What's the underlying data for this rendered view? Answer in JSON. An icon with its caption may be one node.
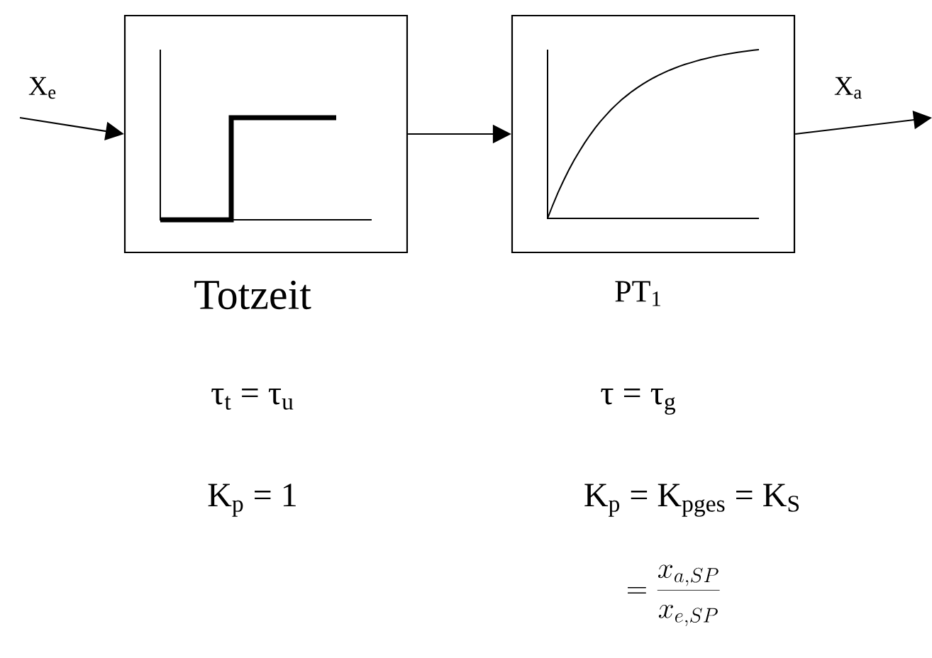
{
  "diagram": {
    "nodes": [
      {
        "text": [
          "Totzeit"
        ]
      },
      {
        "text": [
          "PT$_{1}$"
        ]
      }
    ],
    "edges": [
      {
        "from": null,
        "to": 0,
        "arrow": "to",
        "label": "X$_{e}$"
      },
      {
        "from": 0,
        "to": 1,
        "arrow": "to"
      },
      {
        "from": 1,
        "to": null,
        "arrow": "to",
        "label": "X$_{a}$"
      }
    ],
    "labels": [
      "τ$_{t}$ = τ$_{u}$",
      "τ = τ$_{g}$",
      "K$_{p}$ = 1",
      "K$_{p}$ = K$_{pges}$ = K$_{S}$",
      "= \\frac{x_{a,SP}}{x_{e,SP}}"
    ]
  }
}
